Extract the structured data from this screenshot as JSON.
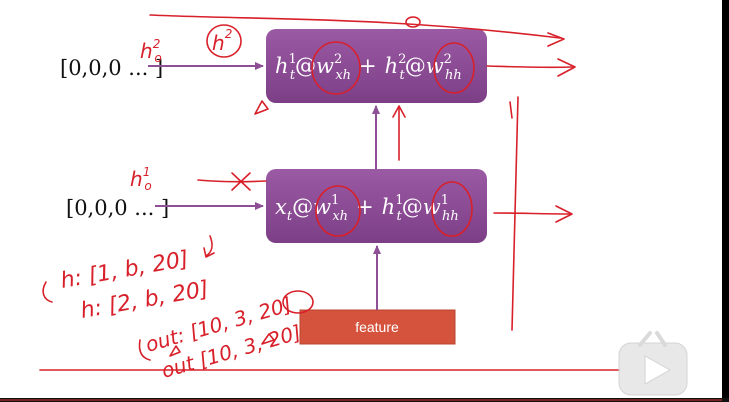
{
  "slide": {
    "background": "#ffffff",
    "frame_color": "#000000",
    "accent_box_color": "#8e4f97",
    "feature_box_color": "#d5533c",
    "arrow_color": "#8e4f97",
    "ink_color": "#d8202a"
  },
  "inputs": {
    "top_h0": "[0,0,0 ... ]",
    "bottom_h0": "[0,0,0 ... ]"
  },
  "cells": {
    "top": {
      "a": "h",
      "a_sub": "t",
      "a_sup": "1",
      "at": "@",
      "b": "w",
      "b_sub": "xh",
      "b_sup": "2",
      "plus": "+",
      "c": "h",
      "c_sub": "t",
      "c_sup": "2",
      "at2": "@",
      "d": "w",
      "d_sub": "hh",
      "d_sup": "2"
    },
    "bottom": {
      "a": "x",
      "a_sub": "t",
      "at": "@",
      "b": "w",
      "b_sub": "xh",
      "b_sup": "1",
      "plus": "+",
      "c": "h",
      "c_sub": "t",
      "c_sup": "1",
      "at2": "@",
      "d": "w",
      "d_sub": "hh",
      "d_sup": "1"
    }
  },
  "feature_label": "feature",
  "handwriting": {
    "h0_top": "h",
    "h0_top_sup": "2",
    "h0_top_sub": "o",
    "h2_circled": "h",
    "h2_circled_sup": "2",
    "h0_bottom": "h",
    "h0_bottom_sup": "1",
    "h0_bottom_sub": "o",
    "line1": "h: [1, b, 20]",
    "line2": "h: [2, b, 20]",
    "line3": "out: [10, 3, 20]",
    "line4": "out [10, 3, 20]"
  },
  "icons": {
    "play_watermark": "play-tv-icon"
  }
}
